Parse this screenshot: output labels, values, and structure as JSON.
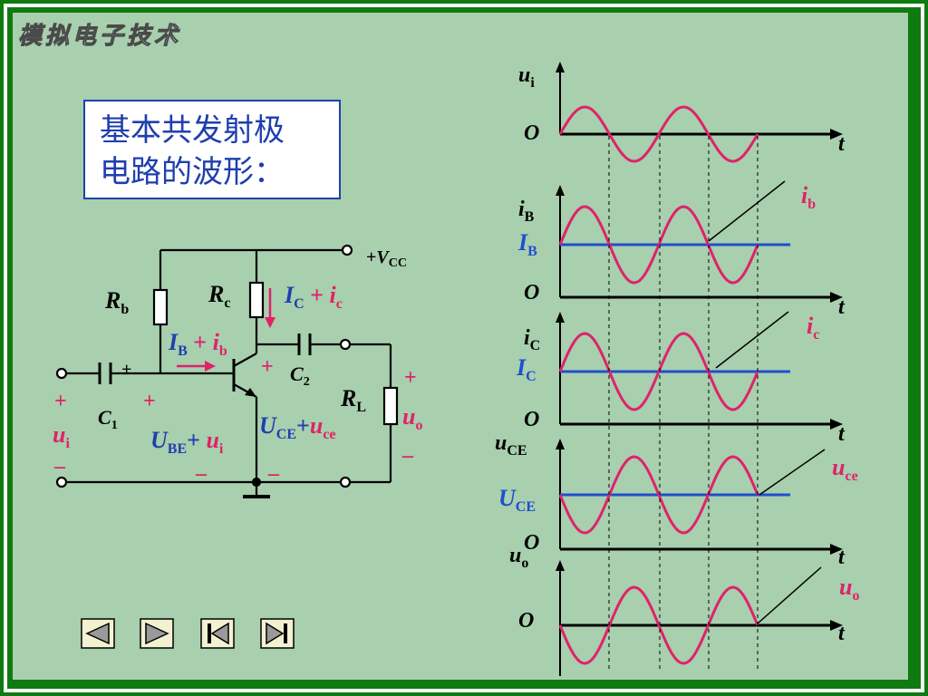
{
  "header": {
    "logo_text": "模拟电子技术"
  },
  "title_box": {
    "line1": "基本共发射极",
    "line2": "电路的波形："
  },
  "circuit": {
    "vcc": {
      "plus": "+",
      "v": "V",
      "sub": "CC"
    },
    "rb": {
      "main": "R",
      "sub": "b"
    },
    "rc": {
      "main": "R",
      "sub": "c"
    },
    "rl": {
      "main": "R",
      "sub": "L"
    },
    "c1": {
      "main": "C",
      "sub": "1"
    },
    "c2": {
      "main": "C",
      "sub": "2"
    },
    "c1_plus": "+",
    "ic_label": {
      "a": "I",
      "a_sub": "C",
      "op": " + ",
      "b": "i",
      "b_sub": "c"
    },
    "ib_label": {
      "a": "I",
      "a_sub": "B",
      "op": " + ",
      "b": "i",
      "b_sub": "b"
    },
    "ube_label": {
      "a": "U",
      "a_sub": "BE",
      "op": "+ ",
      "b": "u",
      "b_sub": "i"
    },
    "uce_label": {
      "a": "U",
      "a_sub": "CE",
      "op": "+",
      "b": "u",
      "b_sub": "ce"
    },
    "ui": {
      "main": "u",
      "sub": "i"
    },
    "uo": {
      "main": "u",
      "sub": "o"
    },
    "plus": "+",
    "minus": "–"
  },
  "waveforms": {
    "origin": "O",
    "t_label": "t",
    "ui": {
      "main": "u",
      "sub": "i"
    },
    "iB": {
      "main": "i",
      "sub": "B"
    },
    "IB": {
      "main": "I",
      "sub": "B"
    },
    "ib": {
      "main": "i",
      "sub": "b"
    },
    "iC": {
      "main": "i",
      "sub": "C"
    },
    "IC": {
      "main": "I",
      "sub": "C"
    },
    "ic": {
      "main": "i",
      "sub": "c"
    },
    "uCE": {
      "main": "u",
      "sub": "CE"
    },
    "UCE": {
      "main": "U",
      "sub": "CE"
    },
    "uce": {
      "main": "u",
      "sub": "ce"
    },
    "uo": {
      "main": "u",
      "sub": "o"
    },
    "uo_out": {
      "main": "u",
      "sub": "o"
    }
  },
  "colors": {
    "signal": "#e0226a",
    "dc": "#1f4fcf",
    "border": "#0f7a0f",
    "panel": "#a8cfae"
  },
  "nav": [
    {
      "name": "prev-button",
      "icon": "triangle-left"
    },
    {
      "name": "next-button",
      "icon": "triangle-right"
    },
    {
      "name": "first-button",
      "icon": "skip-to-start"
    },
    {
      "name": "last-button",
      "icon": "skip-to-end"
    }
  ]
}
